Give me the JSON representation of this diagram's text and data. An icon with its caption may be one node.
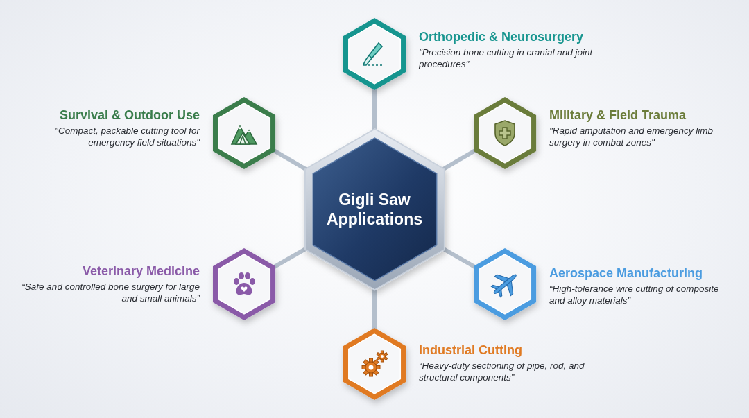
{
  "diagram": {
    "nodes": [
      {
        "text": [
          "Gigli Saw Applications"
        ]
      },
      {
        "text": [
          "Orthopedic & Neurosurgery",
          "\"Precision bone cutting in cranial and joint procedures\""
        ]
      },
      {
        "text": [
          "Survival & Outdoor Use",
          "\"Compact, packable cutting tool for emergency field situations\""
        ]
      },
      {
        "text": [
          "Military & Field Trauma",
          "\"Rapid amputation and emergency limb surgery in combat zones\""
        ]
      },
      {
        "text": [
          "Veterinary Medicine",
          "“Safe and controlled bone surgery for large and small animals”"
        ]
      },
      {
        "text": [
          "Aerospace Manufacturing",
          "“High-tolerance wire cutting of composite and alloy materials”"
        ]
      },
      {
        "text": [
          "Industrial Cutting",
          "“Heavy-duty sectioning of pipe, rod, and structural components”"
        ]
      }
    ],
    "edges": [
      {
        "from": 0,
        "to": 1,
        "arrow": "none"
      },
      {
        "from": 0,
        "to": 2,
        "arrow": "none"
      },
      {
        "from": 0,
        "to": 3,
        "arrow": "none"
      },
      {
        "from": 0,
        "to": 4,
        "arrow": "none"
      },
      {
        "from": 0,
        "to": 5,
        "arrow": "none"
      },
      {
        "from": 0,
        "to": 6,
        "arrow": "none"
      }
    ]
  }
}
